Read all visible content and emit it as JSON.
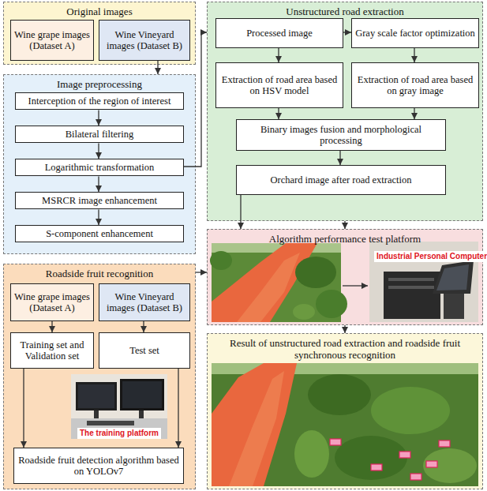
{
  "diagram": {
    "nodes": [
      {
        "text": [
          "Original images"
        ]
      },
      {
        "text": [
          "Wine grape images (Dataset A)"
        ],
        "in": 0
      },
      {
        "text": [
          "Wine Vineyard images (Dataset B)"
        ],
        "in": 0
      },
      {
        "text": [
          "Image preprocessing"
        ]
      },
      {
        "text": [
          "Interception of the region of interest"
        ],
        "in": 3
      },
      {
        "text": [
          "Bilateral filtering"
        ],
        "in": 3
      },
      {
        "text": [
          "Logarithmic transformation"
        ],
        "in": 3
      },
      {
        "text": [
          "MSRCR image enhancement"
        ],
        "in": 3
      },
      {
        "text": [
          "S-component enhancement"
        ],
        "in": 3
      },
      {
        "text": [
          "Unstructured road extraction"
        ]
      },
      {
        "text": [
          "Processed image"
        ],
        "in": 9
      },
      {
        "text": [
          "Gray scale factor optimization"
        ],
        "in": 9
      },
      {
        "text": [
          "Extraction of road area based on HSV model"
        ],
        "in": 9
      },
      {
        "text": [
          "Extraction of road area based on gray image"
        ],
        "in": 9
      },
      {
        "text": [
          "Binary images fusion and morphological processing"
        ],
        "in": 9
      },
      {
        "text": [
          "Orchard image after road extraction"
        ],
        "in": 9
      },
      {
        "text": [
          "Roadside fruit recognition"
        ]
      },
      {
        "text": [
          "Wine grape images (Dataset A)"
        ],
        "in": 16
      },
      {
        "text": [
          "Wine Vineyard images (Dataset B)"
        ],
        "in": 16
      },
      {
        "text": [
          "Training set and Validation set"
        ],
        "in": 16
      },
      {
        "text": [
          "Test set"
        ],
        "in": 16
      },
      {
        "text": [
          "Roadside fruit detection algorithm based on YOLOv7"
        ],
        "in": 16
      },
      {
        "text": [
          "Algorithm performance test platform"
        ]
      },
      {
        "text": [
          "Result of unstructured road extraction and roadside fruit synchronous recognition"
        ]
      }
    ],
    "edges": [
      {
        "from": 2,
        "to": 3,
        "arrow": "to"
      },
      {
        "from": 4,
        "to": 5,
        "arrow": "to"
      },
      {
        "from": 5,
        "to": 6,
        "arrow": "to"
      },
      {
        "from": 6,
        "to": 7,
        "arrow": "to"
      },
      {
        "from": 7,
        "to": 8,
        "arrow": "to"
      },
      {
        "from": 6,
        "to": 9,
        "arrow": "to"
      },
      {
        "from": 10,
        "to": 11,
        "arrow": "to"
      },
      {
        "from": 10,
        "to": 12,
        "arrow": "to"
      },
      {
        "from": 11,
        "to": 13,
        "arrow": "to"
      },
      {
        "from": 12,
        "to": 14,
        "arrow": "to"
      },
      {
        "from": 13,
        "to": 14,
        "arrow": "to"
      },
      {
        "from": 14,
        "to": 15,
        "arrow": "to"
      },
      {
        "from": 15,
        "to": 22,
        "arrow": "to"
      },
      {
        "from": 9,
        "to": 22,
        "arrow": "to"
      },
      {
        "from": 22,
        "to": 23,
        "arrow": "to"
      },
      {
        "from": 16,
        "to": 22,
        "arrow": "to"
      },
      {
        "from": 17,
        "to": 19,
        "arrow": "to"
      },
      {
        "from": 18,
        "to": 20,
        "arrow": "to"
      },
      {
        "from": 19,
        "to": 21,
        "arrow": "to"
      },
      {
        "from": 20,
        "to": 21,
        "arrow": "to"
      }
    ],
    "labels": [
      "The training platform",
      "Industrial Personal Computer"
    ]
  }
}
